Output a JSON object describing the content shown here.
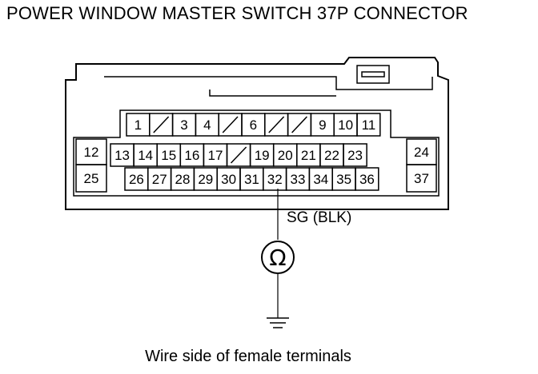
{
  "diagram": {
    "title": "POWER WINDOW MASTER SWITCH 37P CONNECTOR",
    "caption": "Wire side of female terminals",
    "signal_label": "SG (BLK)",
    "meter_symbol": "Ω",
    "rows": [
      [
        {
          "label": "1"
        },
        {
          "blank": true
        },
        {
          "label": "3"
        },
        {
          "label": "4"
        },
        {
          "blank": true
        },
        {
          "label": "6"
        },
        {
          "blank": true
        },
        {
          "blank": true
        },
        {
          "label": "9"
        },
        {
          "label": "10"
        },
        {
          "label": "11"
        }
      ],
      [
        {
          "label": "13"
        },
        {
          "label": "14"
        },
        {
          "label": "15"
        },
        {
          "label": "16"
        },
        {
          "label": "17"
        },
        {
          "blank": true
        },
        {
          "label": "19"
        },
        {
          "label": "20"
        },
        {
          "label": "21"
        },
        {
          "label": "22"
        },
        {
          "label": "23"
        }
      ],
      [
        {
          "label": "26"
        },
        {
          "label": "27"
        },
        {
          "label": "28"
        },
        {
          "label": "29"
        },
        {
          "label": "30"
        },
        {
          "label": "31"
        },
        {
          "label": "32"
        },
        {
          "label": "33"
        },
        {
          "label": "34"
        },
        {
          "label": "35"
        },
        {
          "label": "36"
        }
      ]
    ],
    "side_pins": {
      "left": [
        "12",
        "25"
      ],
      "right": [
        "24",
        "37"
      ]
    },
    "probe_pin": "32"
  }
}
